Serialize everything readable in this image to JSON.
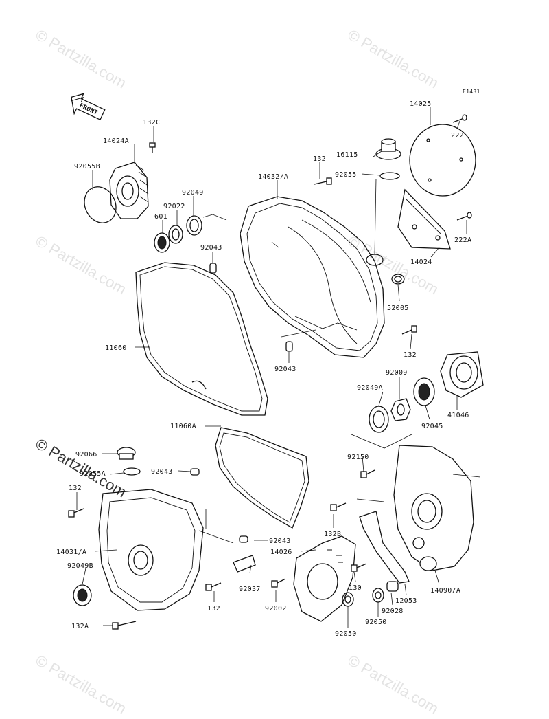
{
  "diagram_code": "E1431",
  "front_label": "FRONT",
  "watermark": "© Partzilla.com",
  "labels": [
    {
      "id": "132C",
      "text": "132C"
    },
    {
      "id": "14024A",
      "text": "14024A"
    },
    {
      "id": "92055B",
      "text": "92055B"
    },
    {
      "id": "92049",
      "text": "92049"
    },
    {
      "id": "92022",
      "text": "92022"
    },
    {
      "id": "601",
      "text": "601"
    },
    {
      "id": "92043a",
      "text": "92043"
    },
    {
      "id": "14032A",
      "text": "14032/A"
    },
    {
      "id": "132a",
      "text": "132"
    },
    {
      "id": "16115",
      "text": "16115"
    },
    {
      "id": "92055",
      "text": "92055"
    },
    {
      "id": "14025",
      "text": "14025"
    },
    {
      "id": "222",
      "text": "222"
    },
    {
      "id": "222A",
      "text": "222A"
    },
    {
      "id": "14024",
      "text": "14024"
    },
    {
      "id": "52005",
      "text": "52005"
    },
    {
      "id": "132b",
      "text": "132"
    },
    {
      "id": "11060",
      "text": "11060"
    },
    {
      "id": "92043b",
      "text": "92043"
    },
    {
      "id": "92009",
      "text": "92009"
    },
    {
      "id": "92049A",
      "text": "92049A"
    },
    {
      "id": "92045",
      "text": "92045"
    },
    {
      "id": "41046",
      "text": "41046"
    },
    {
      "id": "11060A",
      "text": "11060A"
    },
    {
      "id": "92066",
      "text": "92066"
    },
    {
      "id": "92043c",
      "text": "92043"
    },
    {
      "id": "92055A",
      "text": "92055A"
    },
    {
      "id": "132c",
      "text": "132"
    },
    {
      "id": "92150",
      "text": "92150"
    },
    {
      "id": "14031A",
      "text": "14031/A"
    },
    {
      "id": "92049B",
      "text": "92049B"
    },
    {
      "id": "132B",
      "text": "132B"
    },
    {
      "id": "14026",
      "text": "14026"
    },
    {
      "id": "92043d",
      "text": "92043"
    },
    {
      "id": "92037",
      "text": "92037"
    },
    {
      "id": "132d",
      "text": "132"
    },
    {
      "id": "92002",
      "text": "92002"
    },
    {
      "id": "130",
      "text": "130"
    },
    {
      "id": "12053",
      "text": "12053"
    },
    {
      "id": "14090A",
      "text": "14090/A"
    },
    {
      "id": "92028",
      "text": "92028"
    },
    {
      "id": "92050a",
      "text": "92050"
    },
    {
      "id": "92050b",
      "text": "92050"
    },
    {
      "id": "132A",
      "text": "132A"
    }
  ]
}
